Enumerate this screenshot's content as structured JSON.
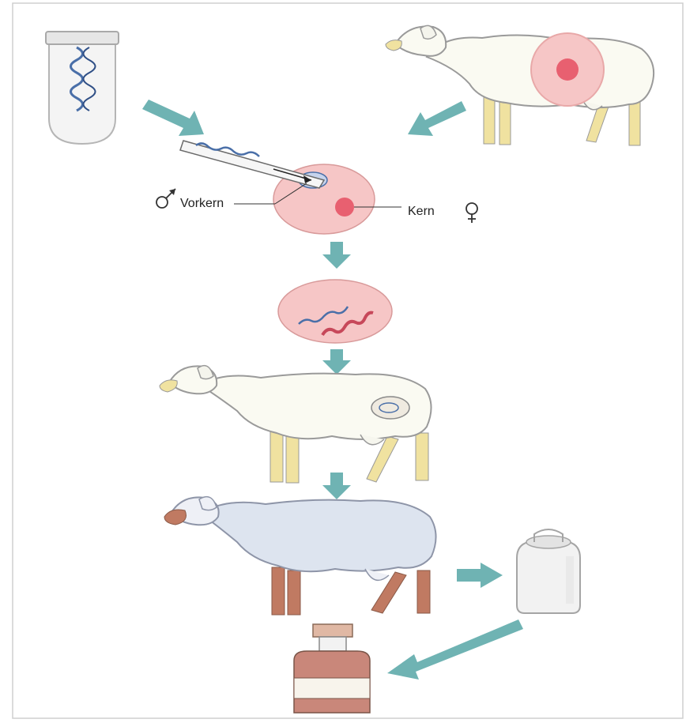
{
  "labels": {
    "male_pronucleus": "Vorkern",
    "male_symbol": "♂",
    "female_nucleus": "Kern",
    "female_symbol": "♀"
  },
  "icons": {
    "dna_tube": "test-tube-with-dna",
    "donor_sheep": "sheep-with-egg-cell",
    "injection": "microinjection-pipette",
    "egg": "fertilized-egg-cell",
    "fused_dna": "egg-with-integrated-dna",
    "surrogate": "surrogate-mother-sheep",
    "transgenic": "transgenic-sheep",
    "milk": "milk-can",
    "medicine": "medicine-bottle"
  },
  "colors": {
    "arrow": "#6fb3b3",
    "egg_fill": "#f6c6c6",
    "nucleus": "#e86070",
    "dna": "#4a6fa8",
    "hoof": "#f0e2a0",
    "transgenic_body": "#dde4ef",
    "transgenic_legs": "#c07a62",
    "bottle_fluid": "#c9877a"
  }
}
